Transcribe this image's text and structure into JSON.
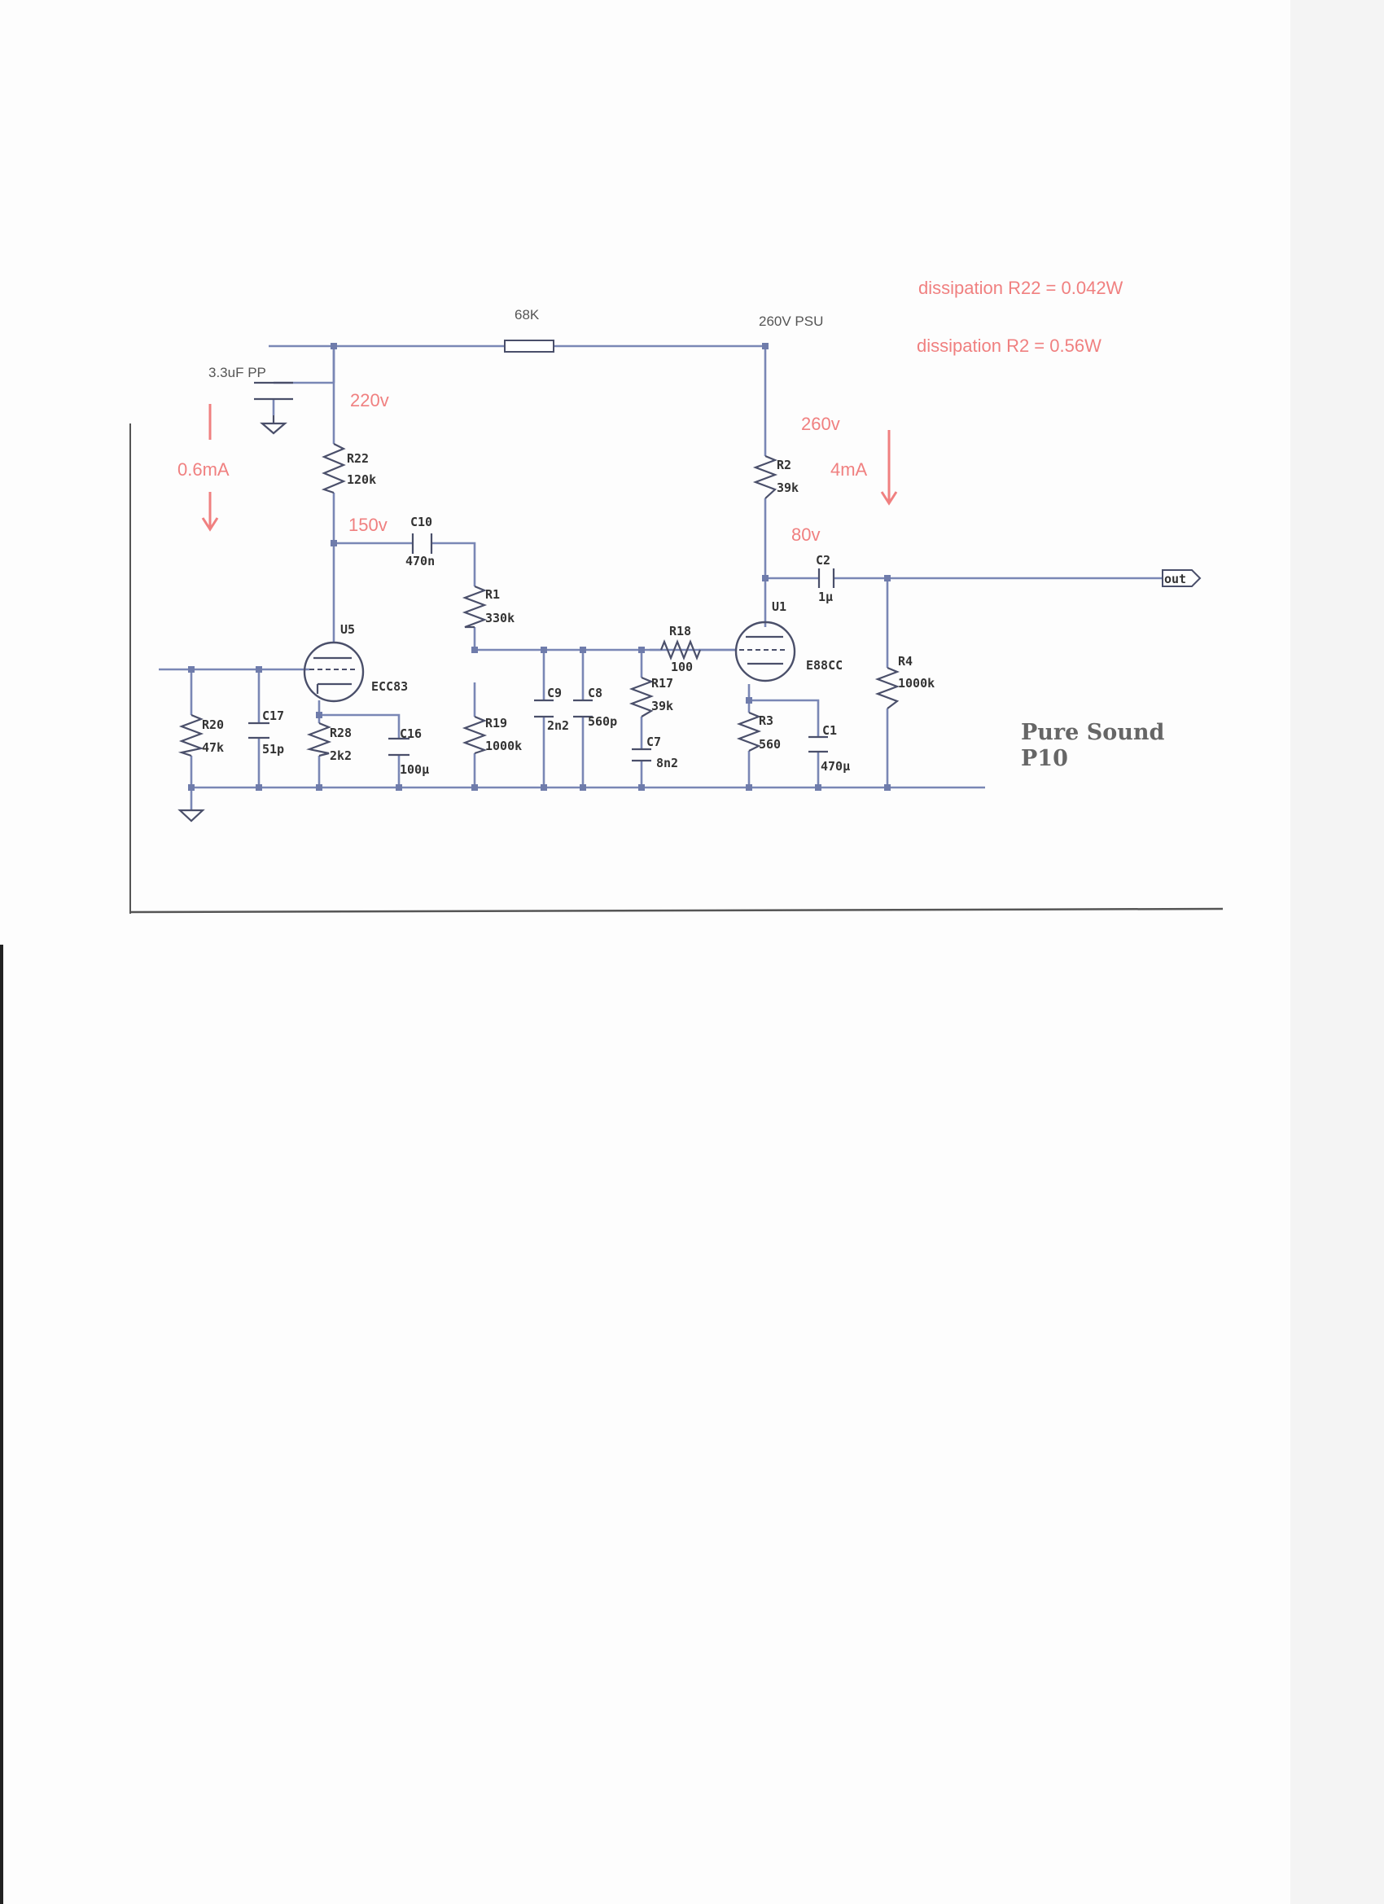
{
  "colors": {
    "wire": "#7a87b5",
    "annotation": "#f08080",
    "component": "#4a4f6a"
  },
  "title": {
    "line1": "Pure Sound",
    "line2": "P10"
  },
  "supply": {
    "psu_label": "260V PSU",
    "series_resistor": "68K",
    "decoupling_cap": "3.3uF PP"
  },
  "annotations": {
    "dissipation_r22": "dissipation R22 = 0.042W",
    "dissipation_r2": "dissipation R2 = 0.56W",
    "v220": "220v",
    "v150": "150v",
    "v260": "260v",
    "v80": "80v",
    "i_stage1": "0.6mA",
    "i_stage2": "4mA"
  },
  "components": {
    "r22": {
      "ref": "R22",
      "value": "120k"
    },
    "c10": {
      "ref": "C10",
      "value": "470n"
    },
    "r1": {
      "ref": "R1",
      "value": "330k"
    },
    "u5": {
      "ref": "U5",
      "value": "ECC83"
    },
    "r20": {
      "ref": "R20",
      "value": "47k"
    },
    "c17": {
      "ref": "C17",
      "value": "51p"
    },
    "r28": {
      "ref": "R28",
      "value": "2k2"
    },
    "c16": {
      "ref": "C16",
      "value": "100µ"
    },
    "r19": {
      "ref": "R19",
      "value": "1000k"
    },
    "c9": {
      "ref": "C9",
      "value": "2n2"
    },
    "c8": {
      "ref": "C8",
      "value": "560p"
    },
    "r17": {
      "ref": "R17",
      "value": "39k"
    },
    "c7": {
      "ref": "C7",
      "value": "8n2"
    },
    "r18": {
      "ref": "R18",
      "value": "100"
    },
    "u1": {
      "ref": "U1",
      "value": "E88CC"
    },
    "r2": {
      "ref": "R2",
      "value": "39k"
    },
    "r3": {
      "ref": "R3",
      "value": "560"
    },
    "c1": {
      "ref": "C1",
      "value": "470µ"
    },
    "c2": {
      "ref": "C2",
      "value": "1µ"
    },
    "r4": {
      "ref": "R4",
      "value": "1000k"
    }
  },
  "output_port": "out"
}
